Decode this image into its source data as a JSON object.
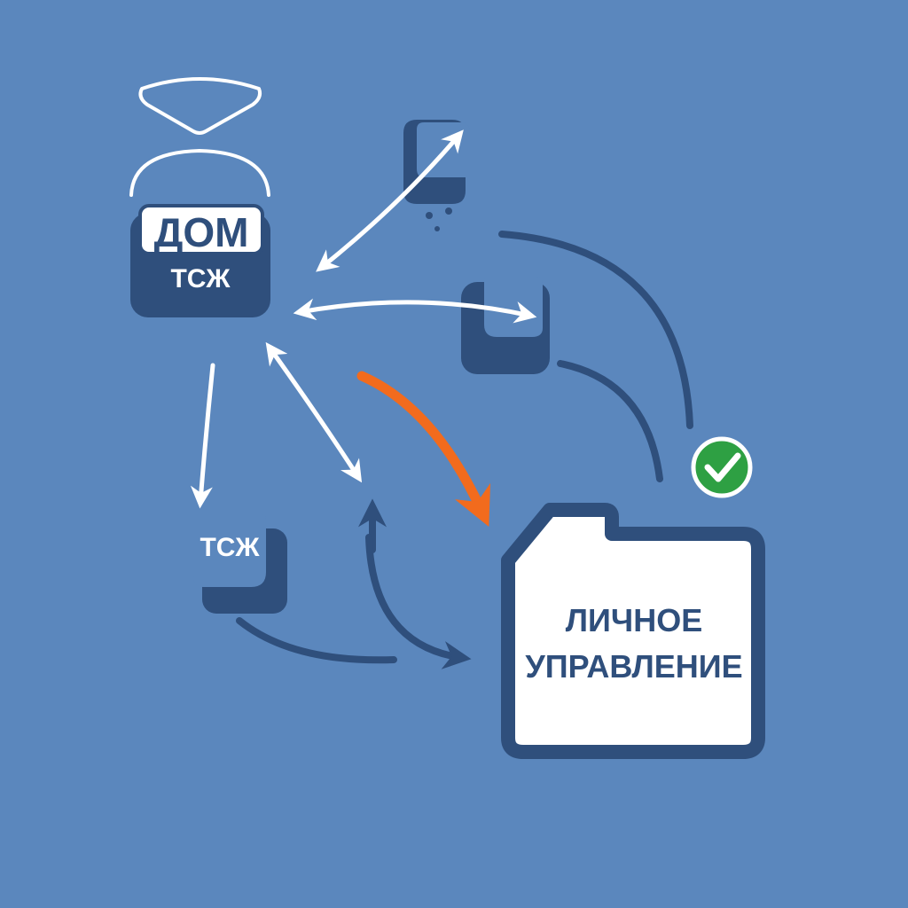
{
  "colors": {
    "background": "#5b87bd",
    "navy": "#2f4f7c",
    "white": "#ffffff",
    "accent_orange": "#f26b1d",
    "success_green": "#2ea043"
  },
  "nodes": {
    "house": {
      "title": "ДОМ",
      "subtitle": "ТСЖ",
      "icon": "building-icon"
    },
    "tsj_small": {
      "label": "ТСЖ"
    },
    "personal": {
      "line1": "ЛИЧНОЕ",
      "line2": "УПРАВЛЕНИЕ",
      "icon": "folder-icon"
    }
  },
  "status": {
    "icon": "check-icon"
  }
}
